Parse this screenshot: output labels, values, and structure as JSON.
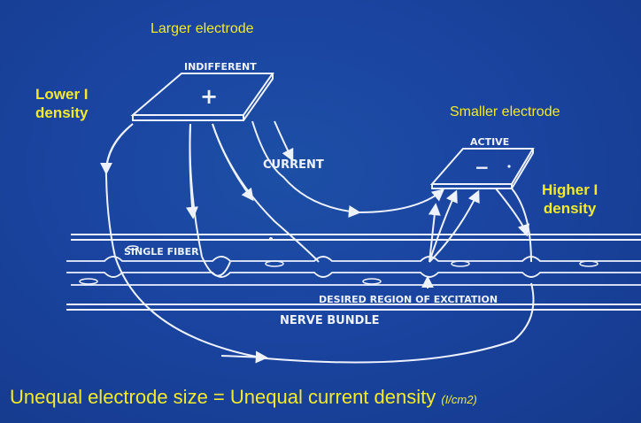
{
  "labels": {
    "larger_electrode": "Larger electrode",
    "smaller_electrode": "Smaller electrode",
    "lower_density_line1": "Lower I",
    "lower_density_line2": "density",
    "higher_density_line1": "Higher I",
    "higher_density_line2": "density"
  },
  "diagram": {
    "indifferent": "INDIFFERENT",
    "indifferent_sign": "+",
    "active": "ACTIVE",
    "active_sign": "−",
    "current": "CURRENT",
    "single_fiber": "SINGLE FIBER",
    "desired_region": "DESIRED REGION OF EXCITATION",
    "nerve_bundle": "NERVE BUNDLE"
  },
  "caption": {
    "main": "Unequal electrode size = Unequal current density",
    "unit": "(I/cm2)"
  },
  "colors": {
    "background": "#1a44a0",
    "label_yellow": "#f4ea2a",
    "diagram_white": "#eef2ff"
  }
}
